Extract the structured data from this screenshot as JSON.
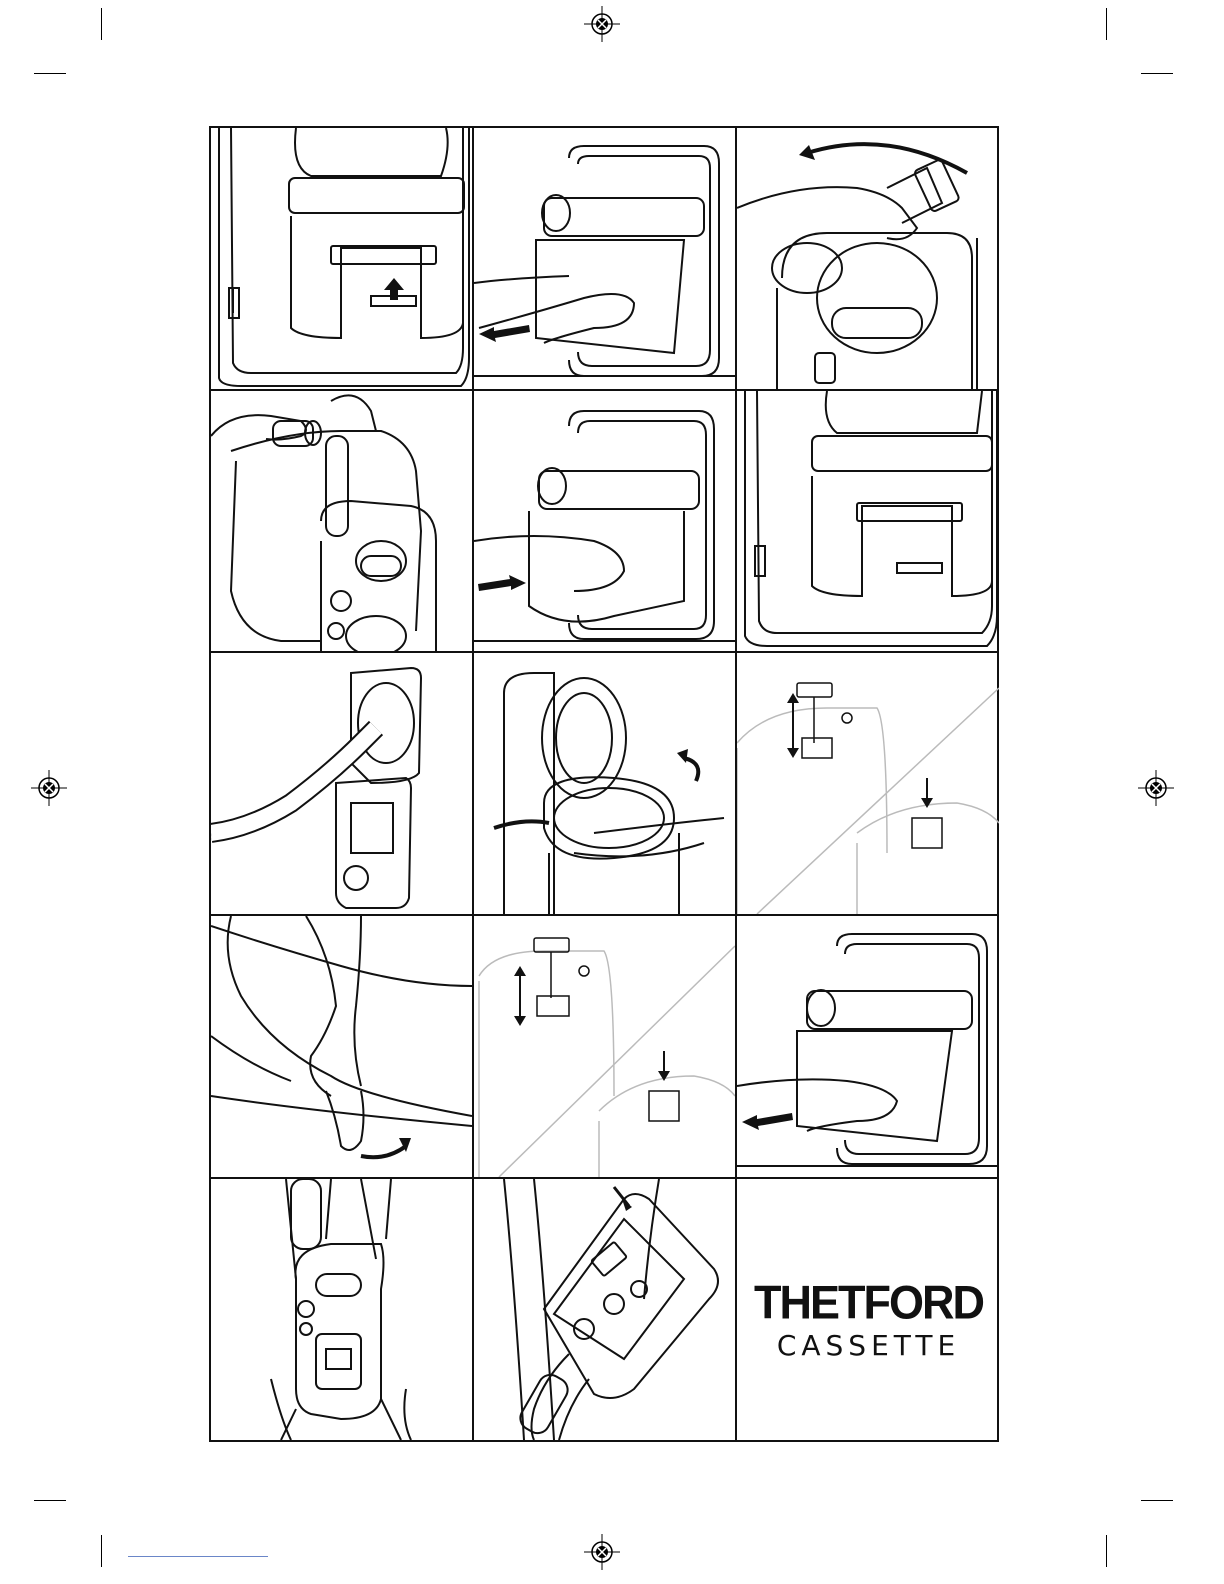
{
  "brand": {
    "name": "THETFORD",
    "product": "CASSETTE"
  },
  "panels": [
    {
      "id": 1,
      "scene": "door-open-cassette-slider-up",
      "icon": "arrow-up-icon"
    },
    {
      "id": 2,
      "scene": "pull-cassette-out",
      "icon": "arrow-left-icon"
    },
    {
      "id": 3,
      "scene": "rotate-pour-spout",
      "icon": "curved-arrow-icon"
    },
    {
      "id": 4,
      "scene": "carry-cassette-remove-cap",
      "icon": "cap-icon"
    },
    {
      "id": 5,
      "scene": "push-cassette-in",
      "icon": "arrow-right-icon"
    },
    {
      "id": 6,
      "scene": "door-open-cassette-installed",
      "icon": "cassette-icon"
    },
    {
      "id": 7,
      "scene": "water-hose-filling",
      "icon": "hose-icon"
    },
    {
      "id": 8,
      "scene": "rotate-toilet-bowl",
      "icon": "rotate-icon"
    },
    {
      "id": 9,
      "scene": "pump-and-press-button",
      "icon": "updown-arrow-icon"
    },
    {
      "id": 10,
      "scene": "open-blade-handle",
      "icon": "curved-arrow-icon"
    },
    {
      "id": 11,
      "scene": "pump-and-press-button",
      "icon": "updown-arrow-icon"
    },
    {
      "id": 12,
      "scene": "pull-cassette-out",
      "icon": "arrow-left-icon"
    },
    {
      "id": 13,
      "scene": "carry-cassette-upright",
      "icon": "cassette-icon"
    },
    {
      "id": 14,
      "scene": "empty-cassette-press-vent",
      "icon": "arrow-down-icon"
    },
    {
      "id": 15,
      "scene": "brand-logo",
      "icon": "logo-icon"
    }
  ]
}
